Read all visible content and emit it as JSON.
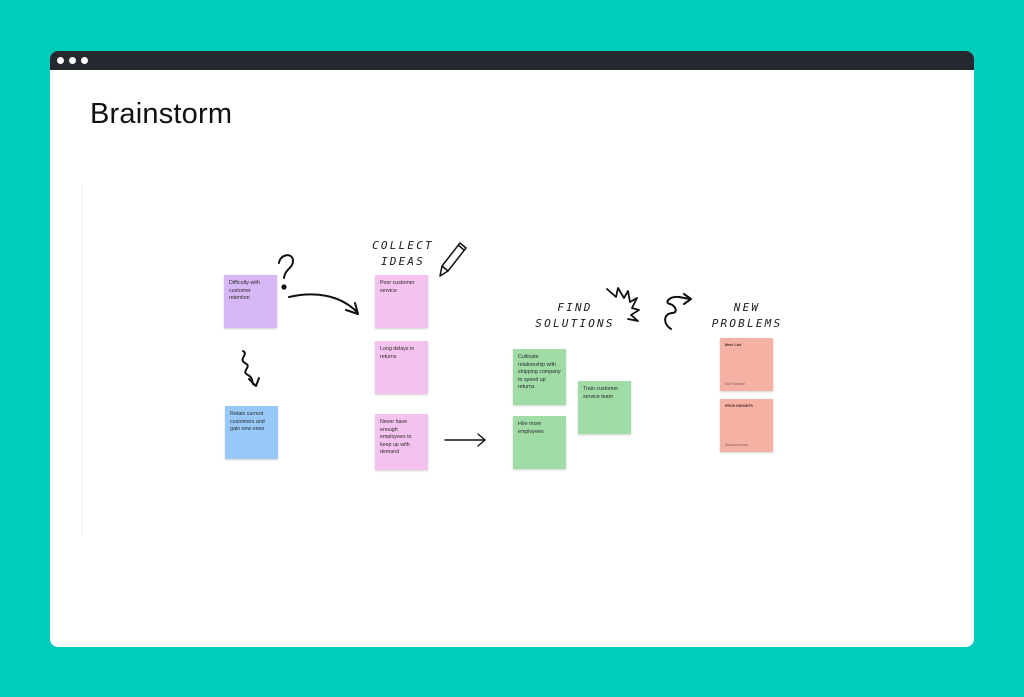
{
  "window": {
    "background_color": "#00CCBC",
    "titlebar_color": "#25282E",
    "titlebar_dots": 3
  },
  "page": {
    "title": "Brainstorm"
  },
  "labels": {
    "collect_line1": "COLLECT",
    "collect_line2": "IDEAS",
    "find_line1": "FIND",
    "find_line2": "SOLUTIONS",
    "new_line1": "NEW",
    "new_line2": "PROBLEMS"
  },
  "notes": {
    "retention": "Difficulty with customer retention",
    "retain_gain": "Retain current customers and gain new ones",
    "poor_service": "Poor customer service",
    "long_delays": "Long delays in returns",
    "never_enough": "Never have enough employees to keep up with demand",
    "cultivate": "Cultivate relationship with shipping company to speed up returns",
    "hire_more": "Hire more employees",
    "train_team": "Train customer service team",
    "problem_1_head": "Mere Lart",
    "problem_1_sub": "Nutt Rsponlim",
    "problem_2_head": "PROS NDISIHTS",
    "problem_2_sub": "Nissuon sorroun"
  },
  "icons": {
    "question": "question-mark-icon",
    "pencil": "pencil-icon",
    "burst": "burst-icon",
    "squiggle": "squiggle-arrow-icon"
  },
  "colors": {
    "purple": "#D5B8F5",
    "blue": "#97C8F8",
    "pink": "#F3C2EE",
    "green": "#A0DCA6",
    "salmon": "#F5B2A4"
  }
}
